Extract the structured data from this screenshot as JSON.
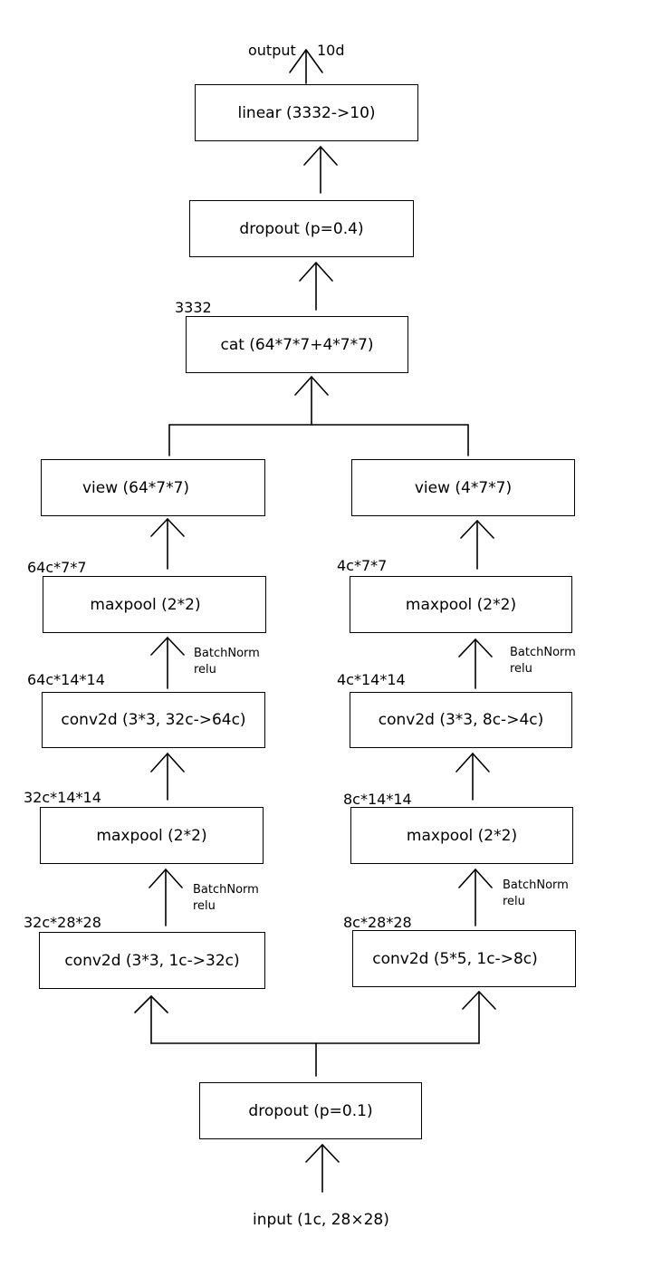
{
  "nodes": {
    "linear": "linear (3332->10)",
    "dropout_top": "dropout (p=0.4)",
    "cat": "cat (64*7*7+4*7*7)",
    "view_left": "view (64*7*7)",
    "view_right": "view (4*7*7)",
    "maxpool_left_top": "maxpool (2*2)",
    "maxpool_right_top": "maxpool (2*2)",
    "conv_left_top": "conv2d (3*3, 32c->64c)",
    "conv_right_top": "conv2d (3*3, 8c->4c)",
    "maxpool_left_bottom": "maxpool (2*2)",
    "maxpool_right_bottom": "maxpool (2*2)",
    "conv_left_bottom": "conv2d (3*3, 1c->32c)",
    "conv_right_bottom": "conv2d (5*5, 1c->8c)",
    "dropout_bottom": "dropout (p=0.1)"
  },
  "labels": {
    "output": "output",
    "output_dim": "10d",
    "cat_dim": "3332",
    "left_after_pool2": "64c*7*7",
    "right_after_pool2": "4c*7*7",
    "left_after_conv2": "64c*14*14",
    "right_after_conv2": "4c*14*14",
    "left_after_pool1": "32c*14*14",
    "right_after_pool1": "8c*14*14",
    "left_after_conv1": "32c*28*28",
    "right_after_conv1": "8c*28*28",
    "input": "input (1c, 28×28)"
  },
  "annotations": {
    "bn_left_top": "BatchNorm",
    "relu_left_top": "relu",
    "bn_right_top": "BatchNorm",
    "relu_right_top": "relu",
    "bn_left_bottom": "BatchNorm",
    "relu_left_bottom": "relu",
    "bn_right_bottom": "BatchNorm",
    "relu_right_bottom": "relu"
  }
}
